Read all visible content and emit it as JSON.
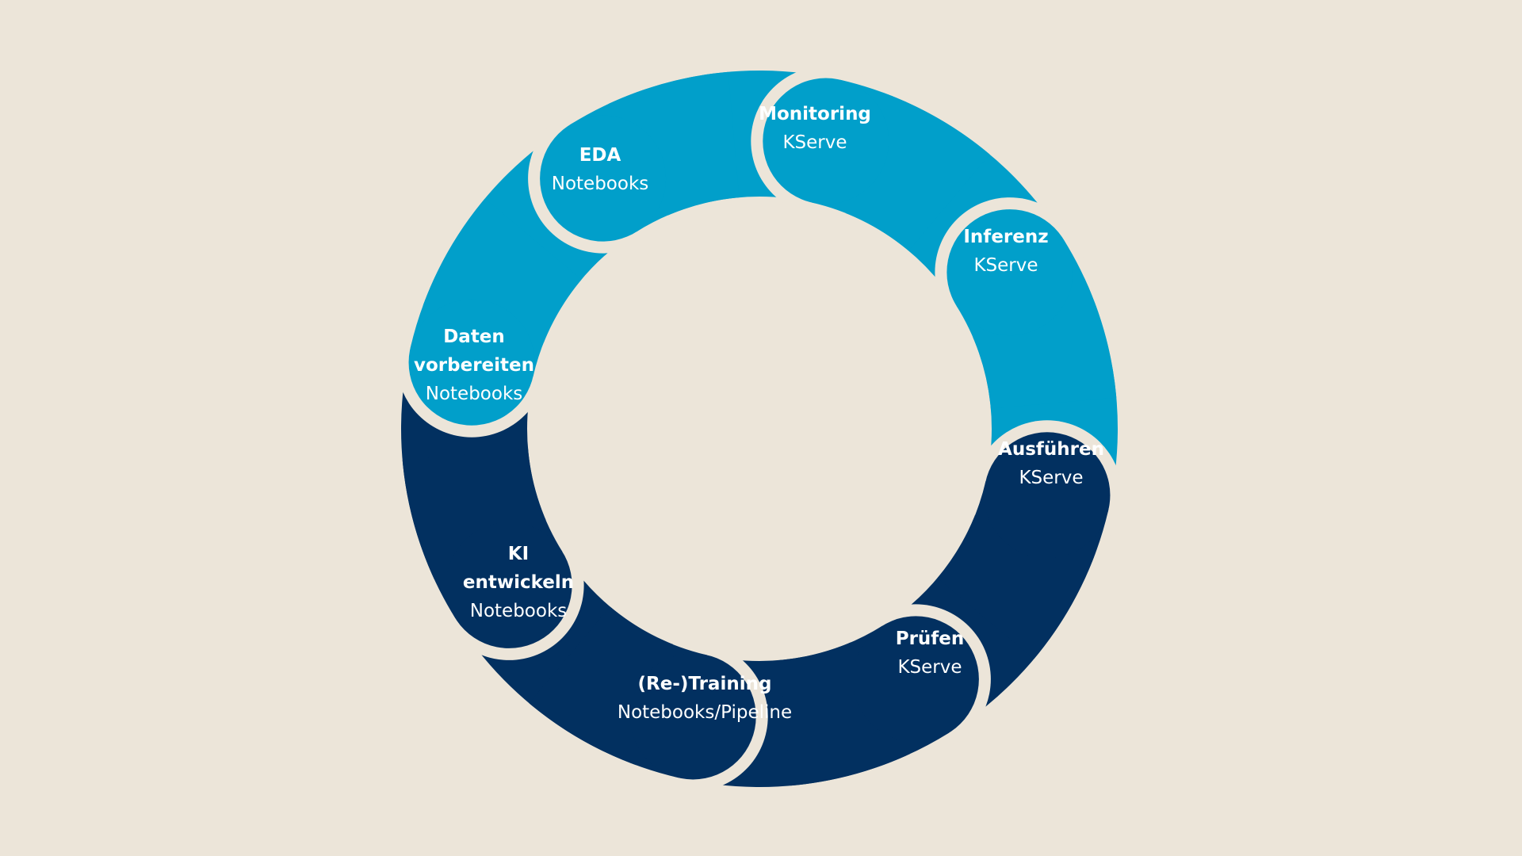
{
  "colors": {
    "background": "#ece5d9",
    "dark": "#023060",
    "light": "#019fca",
    "gap": "#ece5d9"
  },
  "segments": [
    {
      "id": "monitoring",
      "title": [
        "Monitoring"
      ],
      "subtitle": "KServe",
      "color": "light"
    },
    {
      "id": "inferenz",
      "title": [
        "Inferenz"
      ],
      "subtitle": "KServe",
      "color": "light"
    },
    {
      "id": "ausfuehren",
      "title": [
        "Ausführen"
      ],
      "subtitle": "KServe",
      "color": "light"
    },
    {
      "id": "pruefen",
      "title": [
        "Prüfen"
      ],
      "subtitle": "KServe",
      "color": "light"
    },
    {
      "id": "retraining",
      "title": [
        "(Re-)Training"
      ],
      "subtitle": "Notebooks/Pipeline",
      "color": "dark"
    },
    {
      "id": "ki-entwickeln",
      "title": [
        "KI",
        "entwickeln"
      ],
      "subtitle": "Notebooks",
      "color": "dark"
    },
    {
      "id": "daten-vorbereiten",
      "title": [
        "Daten",
        "vorbereiten"
      ],
      "subtitle": "Notebooks",
      "color": "dark"
    },
    {
      "id": "eda",
      "title": [
        "EDA"
      ],
      "subtitle": "Notebooks",
      "color": "dark"
    }
  ]
}
